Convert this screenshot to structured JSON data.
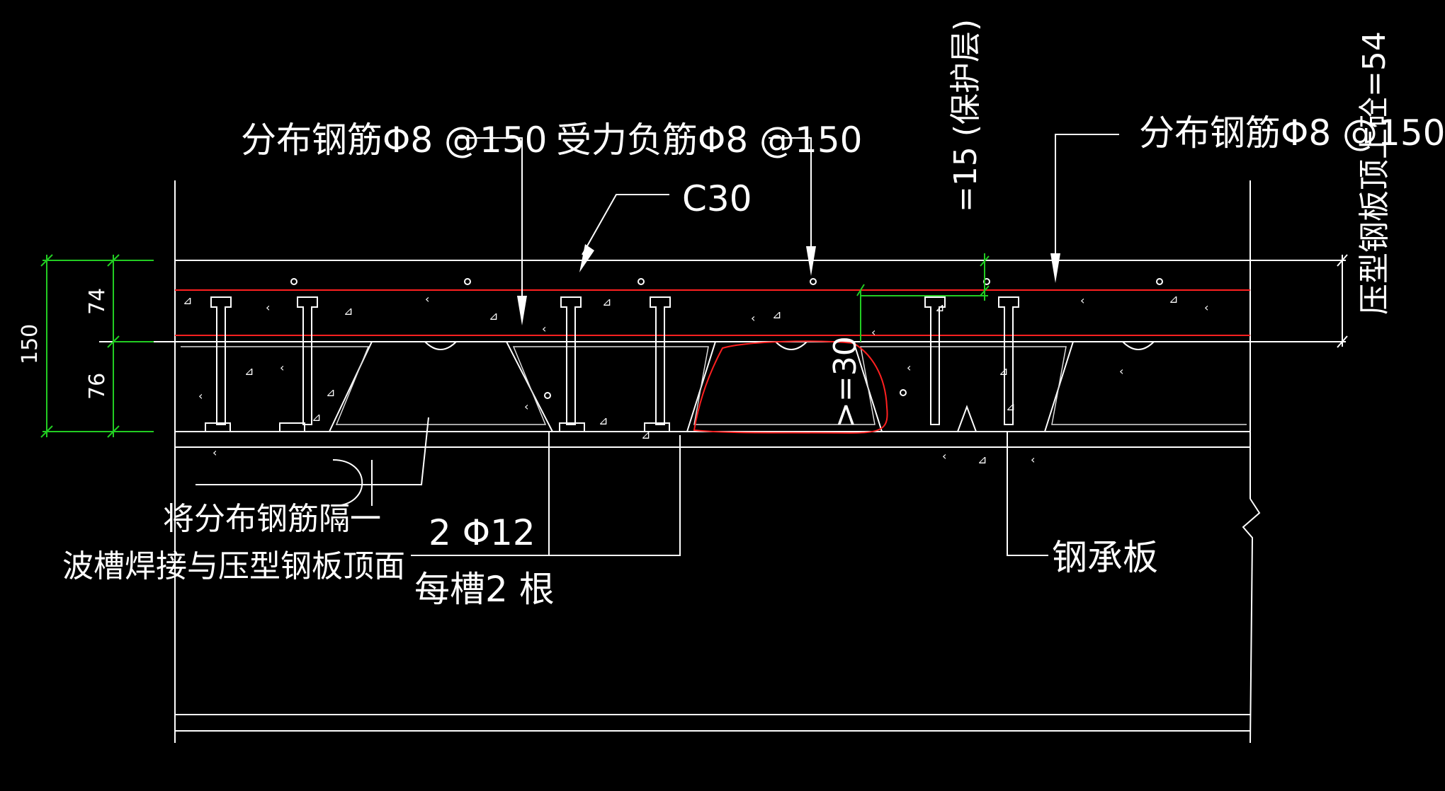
{
  "labels": {
    "dist_rebar_left": "分布钢筋Φ8 @150",
    "neg_rebar": "受力负筋Φ8 @150",
    "dist_rebar_right": "分布钢筋Φ8 @150",
    "concrete": "C30",
    "cover": "=15 (保护层)",
    "top_cover_to_deck": "压型钢板顶上砼=54",
    "min_depth": ">=30",
    "weld_note_line1": "将分布钢筋隔一",
    "weld_note_line2": "波槽焊接与压型钢板顶面",
    "bottom_rebar": "2 Φ12",
    "per_trough": "每槽2 根",
    "steel_deck": "钢承板"
  },
  "dimensions": {
    "total": "150",
    "upper": "74",
    "lower": "76"
  },
  "colors": {
    "background": "#000000",
    "linework": "#ffffff",
    "dimension": "#22cc22",
    "highlight": "#ff2020"
  }
}
